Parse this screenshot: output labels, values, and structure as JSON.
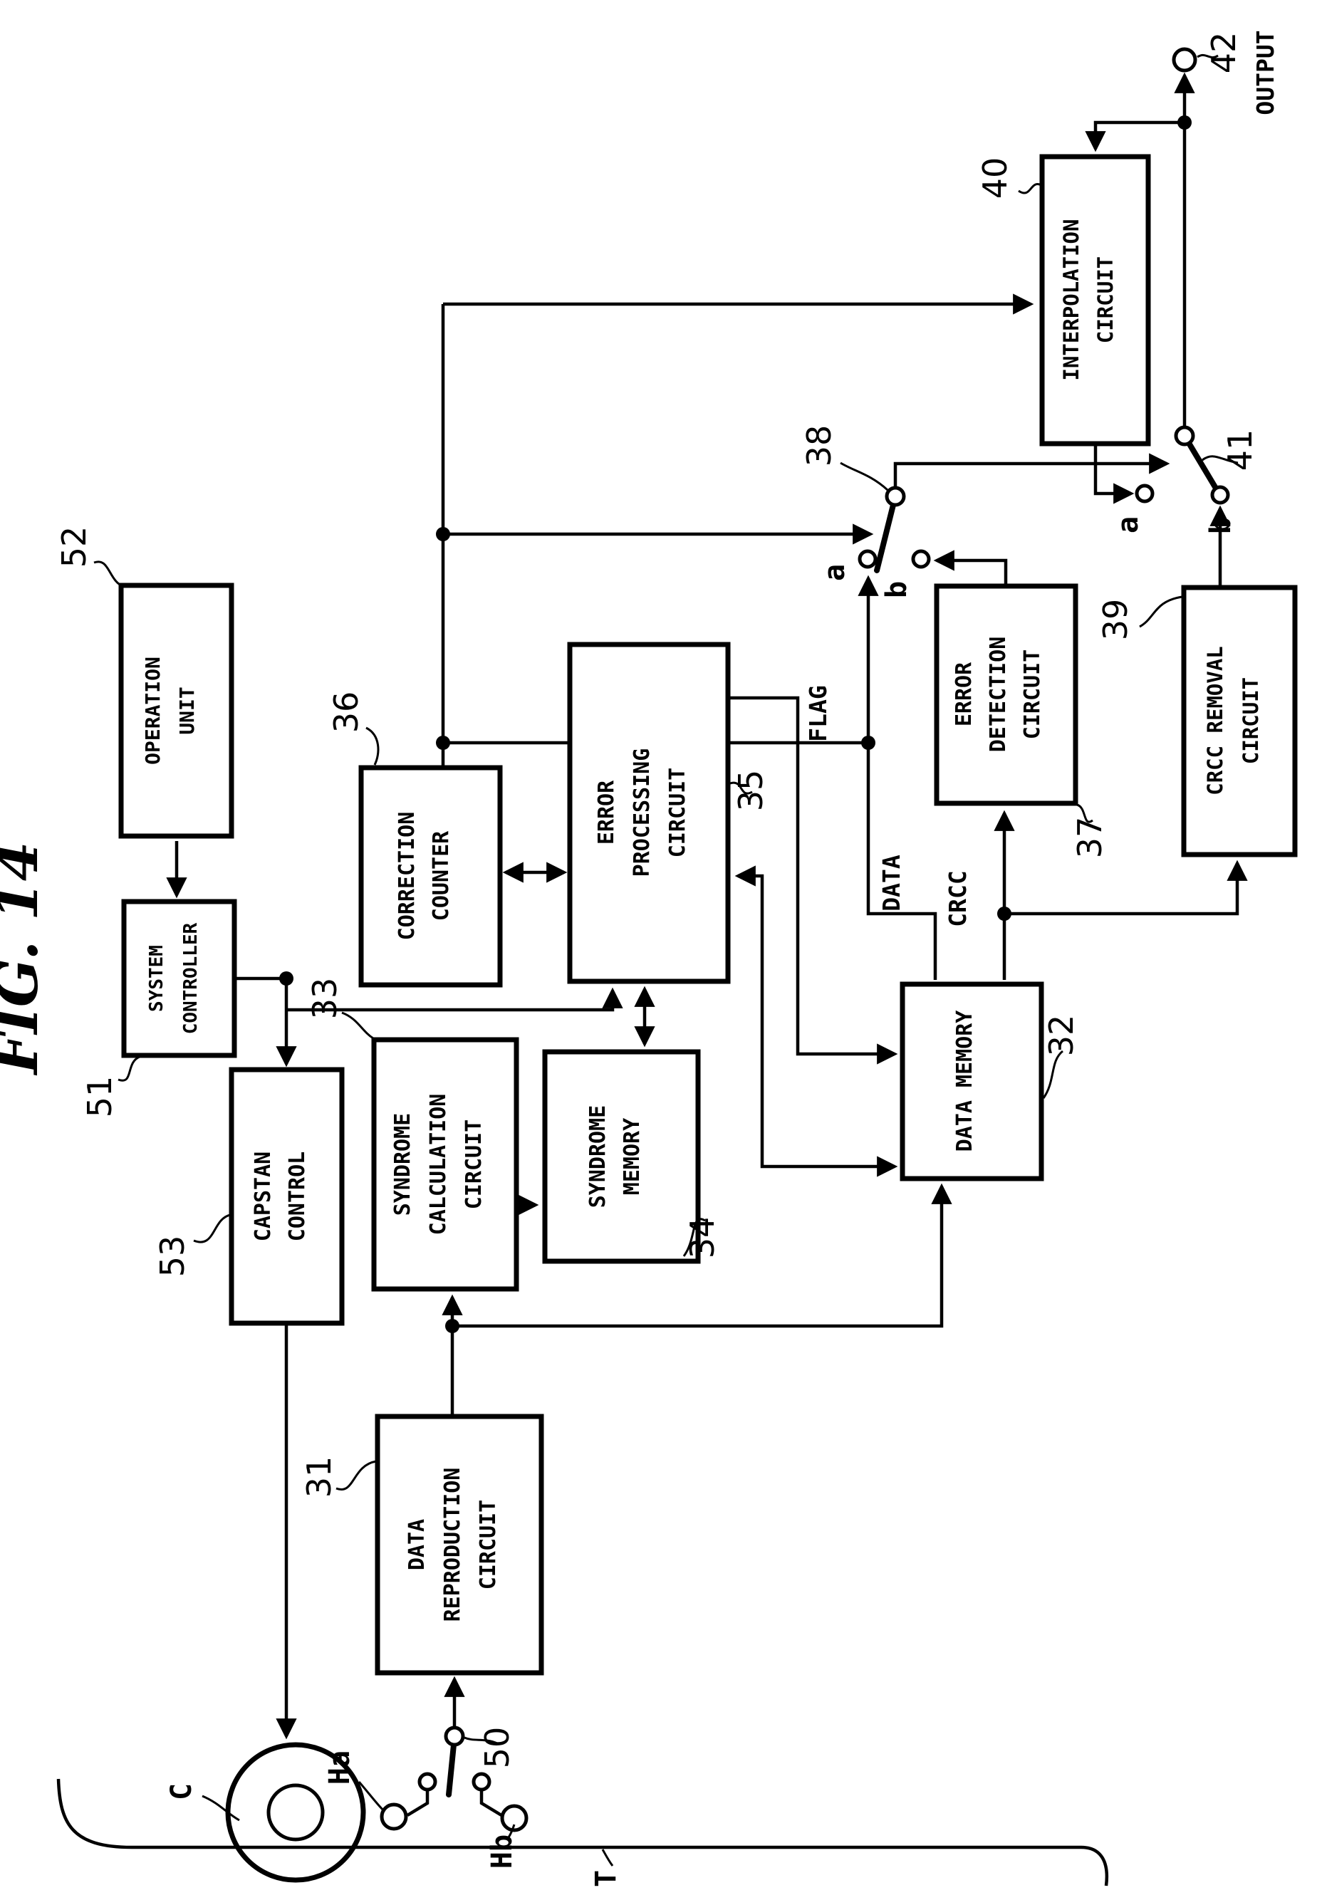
{
  "title": "FIG. 14",
  "colors": {
    "ink": "#000000",
    "paper": "#ffffff"
  },
  "boxes": {
    "operation_unit": {
      "ref": "52",
      "line1": "OPERATION",
      "line2": "UNIT"
    },
    "system_controller": {
      "ref": "51",
      "line1": "SYSTEM",
      "line2": "CONTROLLER"
    },
    "capstan_control": {
      "ref": "53",
      "line1": "CAPSTAN",
      "line2": "CONTROL"
    },
    "data_reproduction": {
      "ref": "31",
      "line1": "DATA",
      "line2": "REPRODUCTION",
      "line3": "CIRCUIT"
    },
    "syndrome_calculation": {
      "ref": "33",
      "line1": "SYNDROME",
      "line2": "CALCULATION",
      "line3": "CIRCUIT"
    },
    "syndrome_memory": {
      "ref": "34",
      "line1": "SYNDROME",
      "line2": "MEMORY"
    },
    "correction_counter": {
      "ref": "36",
      "line1": "CORRECTION",
      "line2": "COUNTER"
    },
    "error_processing": {
      "ref": "35",
      "line1": "ERROR",
      "line2": "PROCESSING",
      "line3": "CIRCUIT"
    },
    "data_memory": {
      "ref": "32",
      "line1": "DATA MEMORY"
    },
    "error_detection": {
      "ref": "37",
      "line1": "ERROR",
      "line2": "DETECTION",
      "line3": "CIRCUIT"
    },
    "crcc_removal": {
      "ref": "39",
      "line1": "CRCC REMOVAL",
      "line2": "CIRCUIT"
    },
    "interpolation": {
      "ref": "40",
      "line1": "INTERPOLATION",
      "line2": "CIRCUIT"
    }
  },
  "labels": {
    "flag": "FLAG",
    "data": "DATA",
    "crcc": "CRCC",
    "output": "OUTPUT",
    "output_ref": "42",
    "switch38_ref": "38",
    "switch41_ref": "41",
    "switch50_ref": "50",
    "contact_a": "a",
    "contact_b": "b",
    "capstan": "C",
    "head_a": "Ha",
    "head_b": "Hb",
    "tape": "T"
  }
}
